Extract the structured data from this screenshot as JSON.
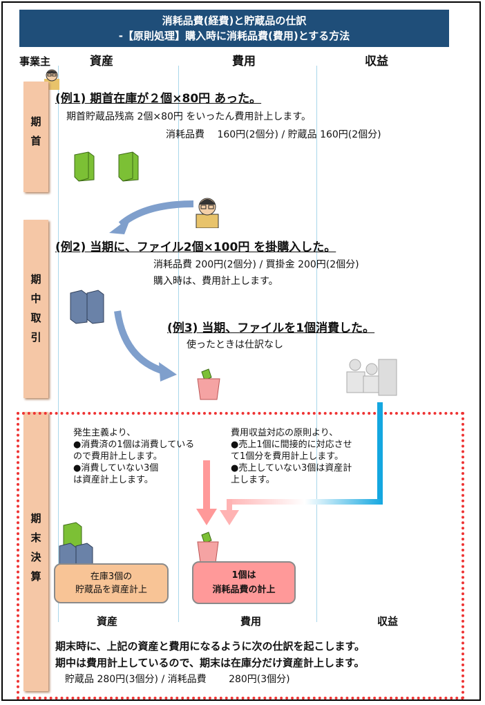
{
  "title": {
    "line1": "消耗品費(経費)と貯蔵品の仕訳",
    "line2": "-【原則処理】購入時に消耗品費(費用)とする方法"
  },
  "headers": {
    "owner": "事業主",
    "asset": "資産",
    "expense": "費用",
    "revenue": "収益"
  },
  "periods": {
    "start": [
      "期",
      "首"
    ],
    "during": [
      "期",
      "中",
      "取",
      "引"
    ],
    "end": [
      "期",
      "末",
      "決",
      "算"
    ]
  },
  "example1": {
    "heading": "(例1) 期首在庫が２個×80円 あった。",
    "desc": "期首貯蔵品残高 2個×80円 をいったん費用計上します。",
    "entry": "消耗品費　 160円(2個分) /  貯蔵品  160円(2個分)"
  },
  "example2": {
    "heading": "(例2) 当期に、ファイル2個×100円 を掛購入した。",
    "entry": "消耗品費  200円(2個分)  /    買掛金  200円(2個分)",
    "note": "購入時は、費用計上します。"
  },
  "example3": {
    "heading": "(例3) 当期、ファイルを1個消費した。",
    "note": "使ったときは仕訳なし"
  },
  "accrual_note": [
    "発生主義より、",
    "●消費済の1個は消費している",
    "ので費用計上します。",
    "●消費していない3個",
    "は資産計上します。"
  ],
  "matching_note": [
    "費用収益対応の原則より、",
    "●売上1個に間接的に対応させ",
    "て1個分を費用計上します。",
    "●売上していない3個は資産計",
    "上します。"
  ],
  "asset_box": [
    "在庫3個の",
    "貯蔵品を資産計上"
  ],
  "expense_box": [
    "1個は",
    "消耗品費の計上"
  ],
  "footer_headers": {
    "asset": "資産",
    "expense": "費用",
    "revenue": "収益"
  },
  "conclusion": {
    "line1": "期末時に、上記の資産と費用になるように次の仕訳を起こします。",
    "line2": "期中は費用計上しているので、期末は在庫分だけ資産計上します。",
    "entry": "貯蔵品  280円(3個分) /  消耗品費　　  280円(3個分)"
  },
  "colors": {
    "title_bg": "#1f4e79",
    "period_bg": "#f5c7a6",
    "dotted_border": "#ee3333",
    "book_green": "#7cc035",
    "book_blue": "#6a82a8"
  },
  "icons": [
    "businessman-icon",
    "green-file-icon",
    "blue-file-icon",
    "trash-bin-icon",
    "shop-people-icon"
  ]
}
